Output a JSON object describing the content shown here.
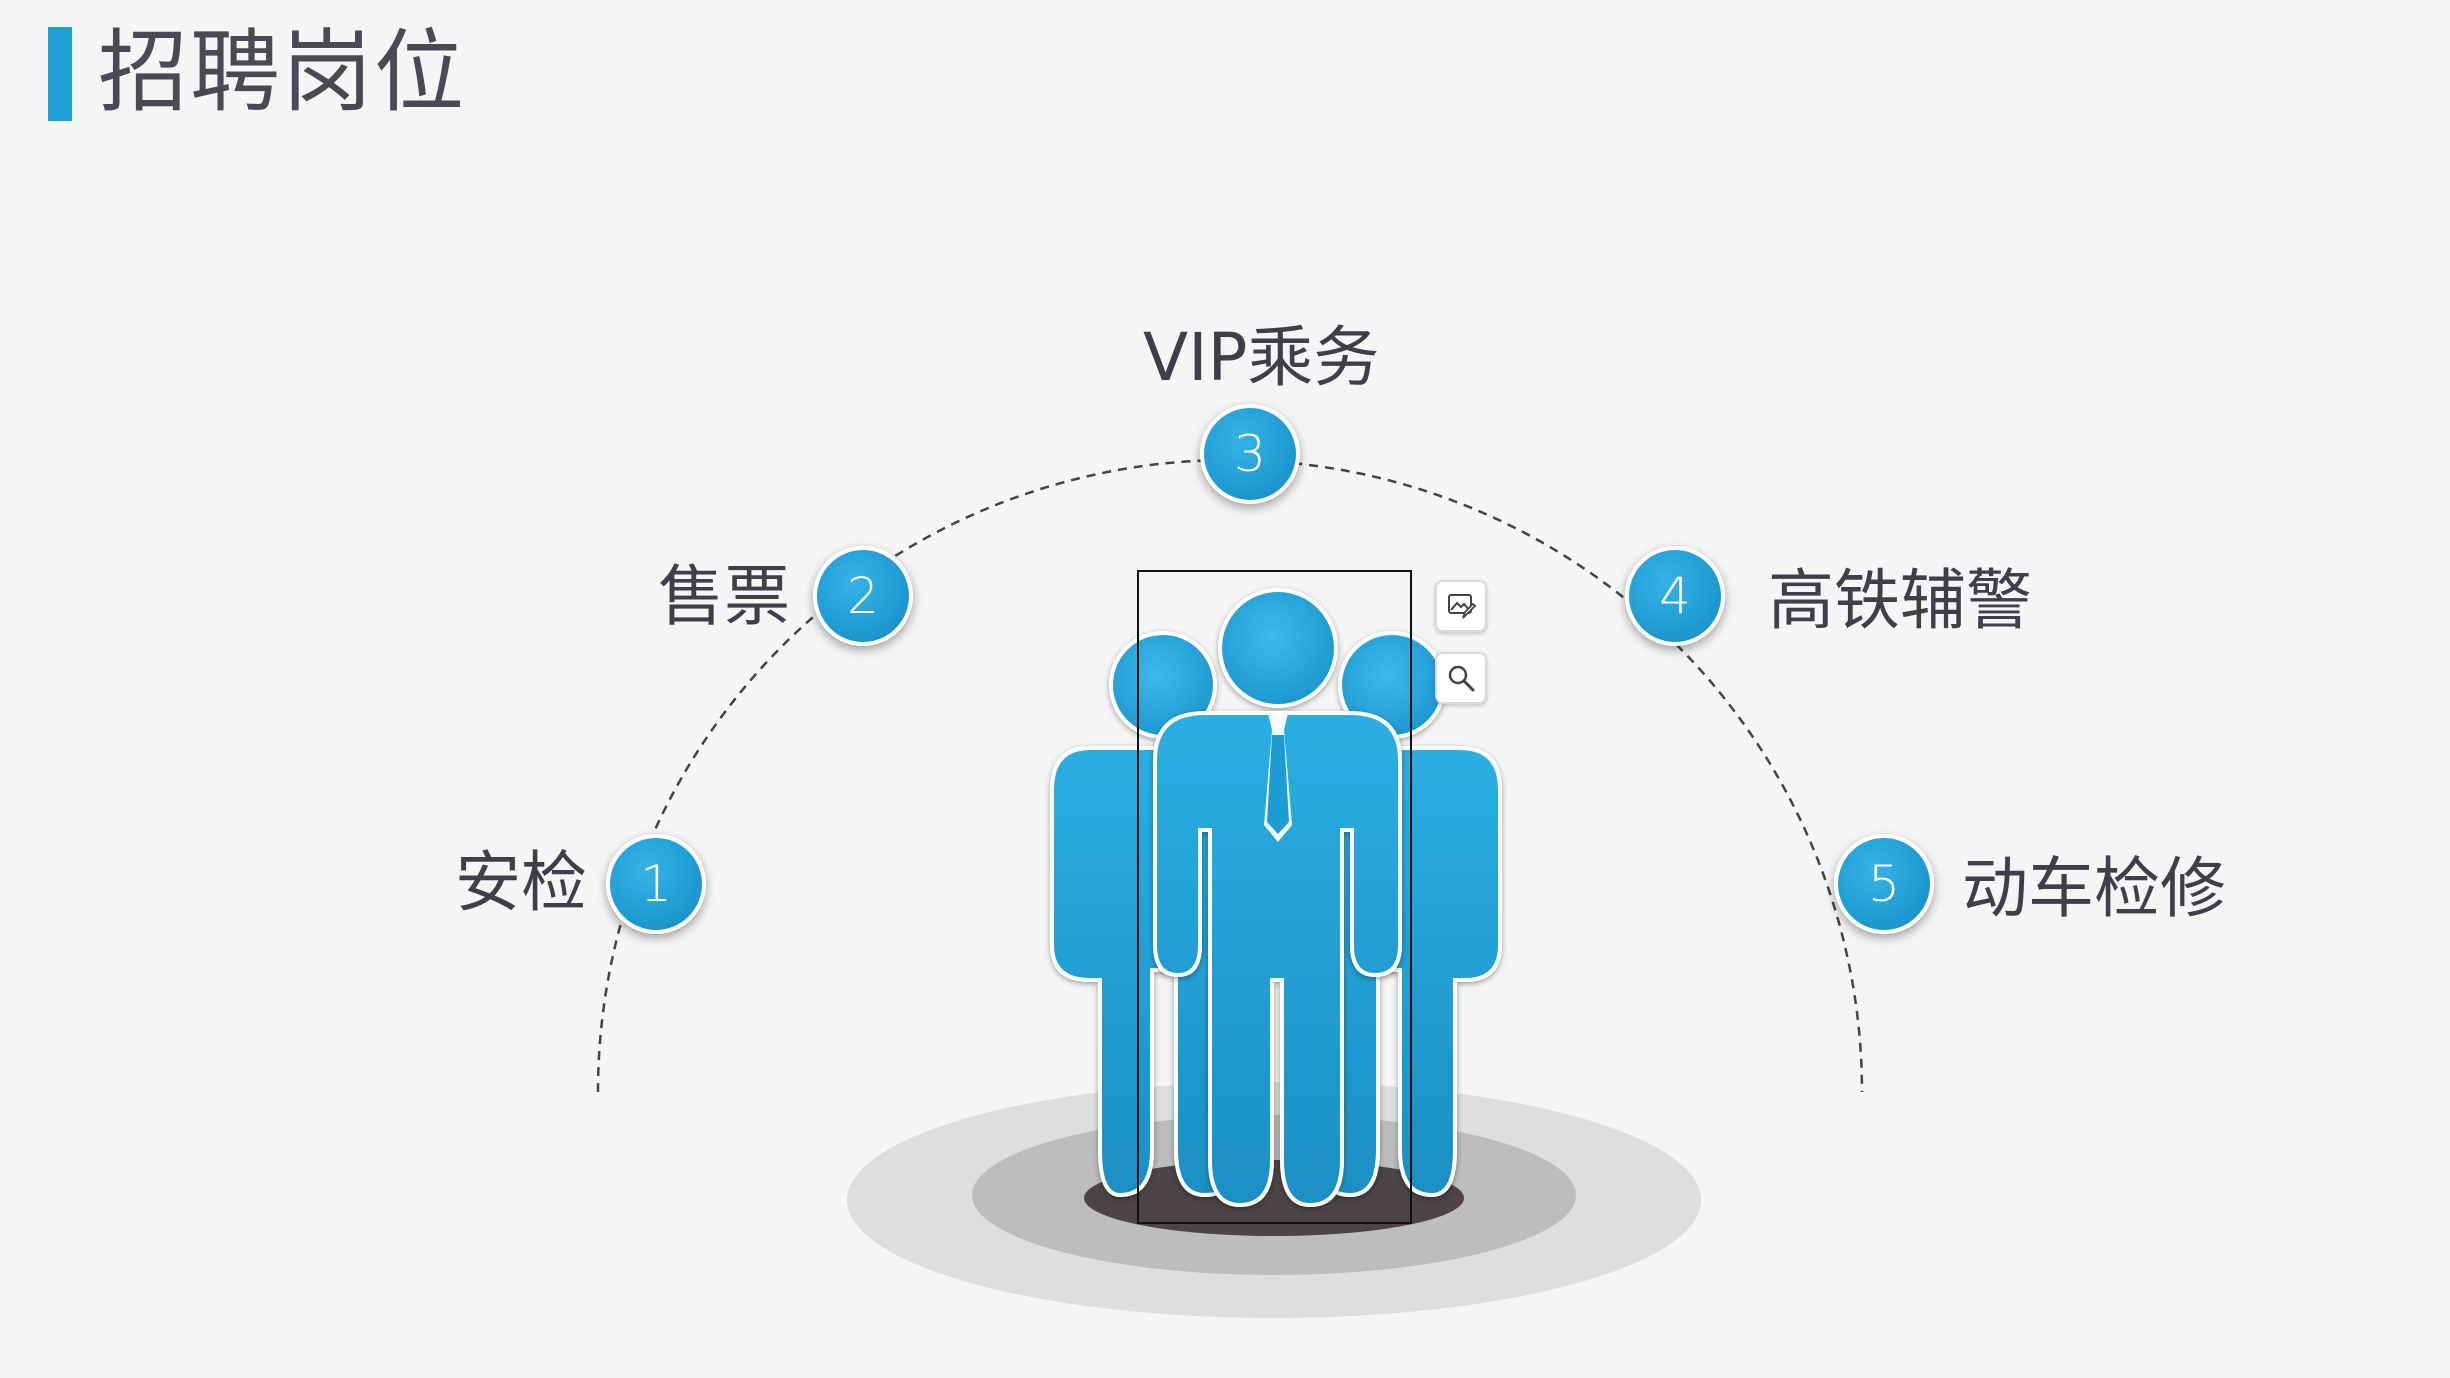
{
  "slide": {
    "title": "招聘岗位"
  },
  "positions": [
    {
      "number": "1",
      "label": "安检"
    },
    {
      "number": "2",
      "label": "售票"
    },
    {
      "number": "3",
      "label": "VIP乘务"
    },
    {
      "number": "4",
      "label": "高铁辅警"
    },
    {
      "number": "5",
      "label": "动车检修"
    }
  ],
  "colors": {
    "accent": "#1f9fd5",
    "figure": "#22a3d8",
    "text": "#3f3f4a",
    "background": "#f5f5f5"
  },
  "toolbar": {
    "edit_image_icon": "image-edit-icon",
    "search_icon": "magnifier-icon"
  }
}
